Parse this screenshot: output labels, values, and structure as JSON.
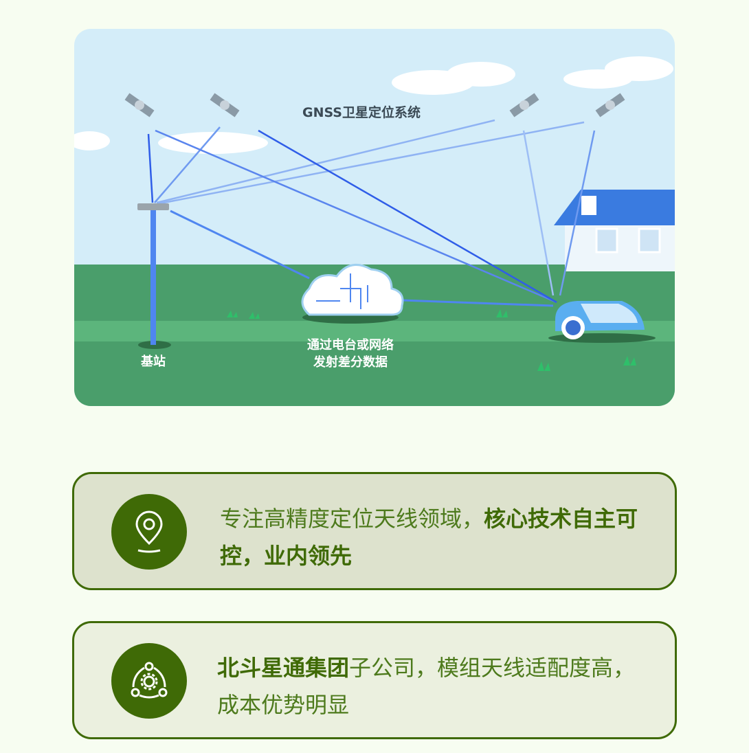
{
  "illustration": {
    "title": "GNSS卫星定位系统",
    "base_station_label": "基站",
    "cloud_label_line1": "通过电台或网络",
    "cloud_label_line2": "发射差分数据",
    "colors": {
      "sky": "#d4edf9",
      "ground": "#4a9e6b",
      "beam": "#2f5de8"
    }
  },
  "cards": [
    {
      "icon": "location-pin-icon",
      "text_normal": "专注高精度定位天线领域，",
      "text_bold": "核心技术自主可控，业内领先"
    },
    {
      "icon": "gear-network-icon",
      "text_bold": "北斗星通集团",
      "text_normal": "子公司，模组天线适配度高，成本优势明显"
    }
  ],
  "accent": "#3f6a06"
}
